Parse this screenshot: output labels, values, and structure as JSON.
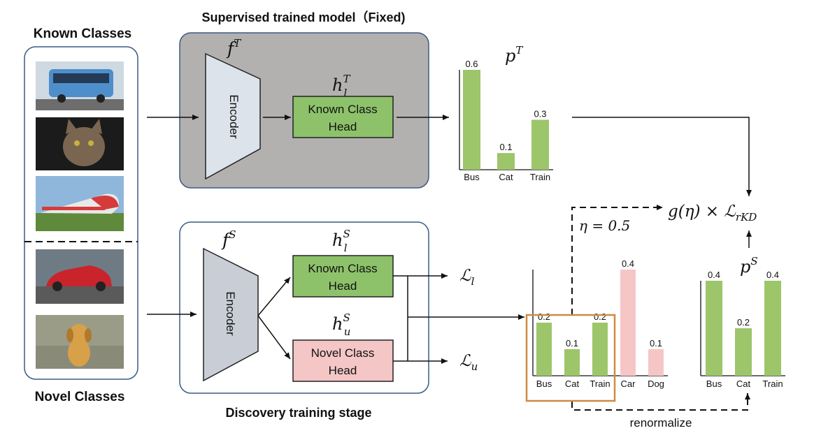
{
  "titles": {
    "known_classes": "Known Classes",
    "novel_classes": "Novel Classes",
    "teacher_title": "Supervised trained model（Fixed)",
    "student_title": "Discovery training stage"
  },
  "teacher": {
    "model_symbol": "f",
    "model_sup": "T",
    "encoder_label": "Encoder",
    "head_symbol": "h",
    "head_sub": "l",
    "head_sup": "T",
    "head_line1": "Known Class",
    "head_line2": "Head"
  },
  "student": {
    "model_symbol": "f",
    "model_sup": "S",
    "encoder_label": "Encoder",
    "known_head_symbol": "h",
    "known_head_sub": "l",
    "known_head_sup": "S",
    "known_head_line1": "Known Class",
    "known_head_line2": "Head",
    "novel_head_symbol": "h",
    "novel_head_sub": "u",
    "novel_head_sup": "S",
    "novel_head_line1": "Novel Class",
    "novel_head_line2": "Head"
  },
  "losses": {
    "known_loss": "ℒ",
    "known_loss_sub": "l",
    "novel_loss": "ℒ",
    "novel_loss_sub": "u",
    "rkd_prefix": "g(η) × ℒ",
    "rkd_sub": "rKD"
  },
  "annotations": {
    "eta": "η = 0.5",
    "renormalize": "renormalize",
    "pT_symbol": "p",
    "pT_sup": "T",
    "pS_symbol": "p",
    "pS_sup": "S"
  },
  "colors": {
    "known_bar": "#9dc56a",
    "novel_bar": "#f6c6c6",
    "teacher_box": "#b3b0b0",
    "student_box": "#ffffff",
    "box_border": "#3a5a86",
    "known_head_fill": "#8dc26a",
    "novel_head_fill": "#f4c6c6",
    "encoder_fill": "#dde3ea",
    "student_encoder_fill": "#c9ced6",
    "highlight_box": "#d08a3f"
  },
  "thumbnails": [
    {
      "name": "bus-image",
      "icon": "bus-icon"
    },
    {
      "name": "cat-image",
      "icon": "cat-icon"
    },
    {
      "name": "train-image",
      "icon": "train-icon"
    },
    {
      "name": "car-image",
      "icon": "car-icon"
    },
    {
      "name": "dog-image",
      "icon": "dog-icon"
    }
  ],
  "chart_data": [
    {
      "type": "bar",
      "categories": [
        "Bus",
        "Cat",
        "Train"
      ],
      "values": [
        0.6,
        0.1,
        0.3
      ],
      "value_labels": [
        "0.6",
        "0.1",
        "0.3"
      ],
      "title": "",
      "ylim": [
        0,
        0.6
      ]
    },
    {
      "type": "bar",
      "categories": [
        "Bus",
        "Cat",
        "Train",
        "Car",
        "Dog"
      ],
      "values": [
        0.2,
        0.1,
        0.2,
        0.4,
        0.1
      ],
      "value_labels": [
        "0.2",
        "0.1",
        "0.2",
        "0.4",
        "0.1"
      ],
      "title": "",
      "ylim": [
        0,
        0.4
      ]
    },
    {
      "type": "bar",
      "categories": [
        "Bus",
        "Cat",
        "Train"
      ],
      "values": [
        0.4,
        0.2,
        0.4
      ],
      "value_labels": [
        "0.4",
        "0.2",
        "0.4"
      ],
      "title": "",
      "ylim": [
        0,
        0.4
      ]
    }
  ]
}
